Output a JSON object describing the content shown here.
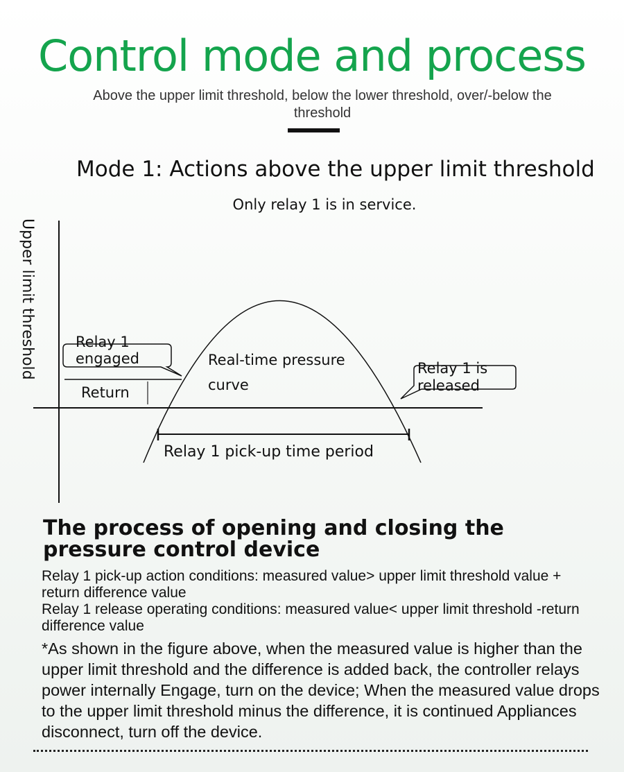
{
  "header": {
    "title": "Control mode and process",
    "subtitle": "Above the upper limit threshold, below the lower threshold, over/-below the threshold"
  },
  "mode": {
    "title": "Mode 1: Actions above the upper limit threshold",
    "subtitle": "Only relay 1 is in service."
  },
  "diagram": {
    "y_axis_label": "Upper limit threshold",
    "relay_engaged_line1": "Relay 1",
    "relay_engaged_line2": "engaged",
    "return_label": "Return",
    "curve_label_line1": "Real-time pressure",
    "curve_label_line2": "curve",
    "relay_released_line1": "Relay 1 is",
    "relay_released_line2": "released",
    "period_label": "Relay 1 pick-up time period"
  },
  "process": {
    "title": "The process of opening and closing the pressure control device",
    "condition_pickup": "Relay 1 pick-up action conditions: measured value> upper limit threshold value + return difference value",
    "condition_release": "Relay 1 release operating conditions: measured value< upper limit threshold -return difference value",
    "note": "*As shown in the figure above, when the measured value is higher than the upper limit threshold and the difference is added back, the controller relays power internally Engage, turn on the device; When the measured value drops to the upper limit threshold minus the difference, it is continued Appliances disconnect, turn off the device."
  },
  "colors": {
    "title_green": "#14a44d",
    "text": "#111111"
  }
}
